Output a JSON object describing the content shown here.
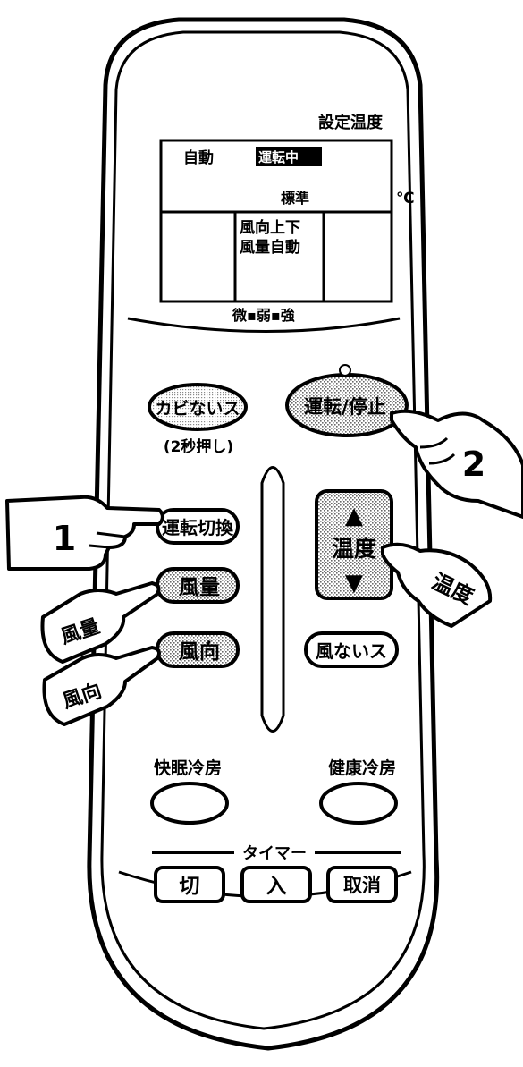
{
  "display": {
    "setting_temp_label": "設定温度",
    "mode_text": "自動",
    "running_badge": "運転中",
    "celsius": "℃",
    "level_text": "標準",
    "swing_line1": "風向上下",
    "swing_line2": "風量自動",
    "fan_scale": "微▪弱▪強"
  },
  "buttons": {
    "kabinaisu": "カビないス",
    "kabinaisu_note": "(2秒押し)",
    "run_stop": "運転/停止",
    "mode_switch": "運転切換",
    "fan_amount": "風量",
    "fan_direction": "風向",
    "temp_up": "▲",
    "temp_label": "温度",
    "temp_down": "▼",
    "kazenaisu": "風ないス",
    "sleep_cool_label": "快眠冷房",
    "health_cool_label": "健康冷房",
    "timer_label": "タイマー",
    "timer_off": "切",
    "timer_on": "入",
    "timer_cancel": "取消"
  },
  "callouts": {
    "step1": "1",
    "step2": "2",
    "fan_amount_hand": "風量",
    "fan_direction_hand": "風向",
    "temp_hand": "温度"
  }
}
